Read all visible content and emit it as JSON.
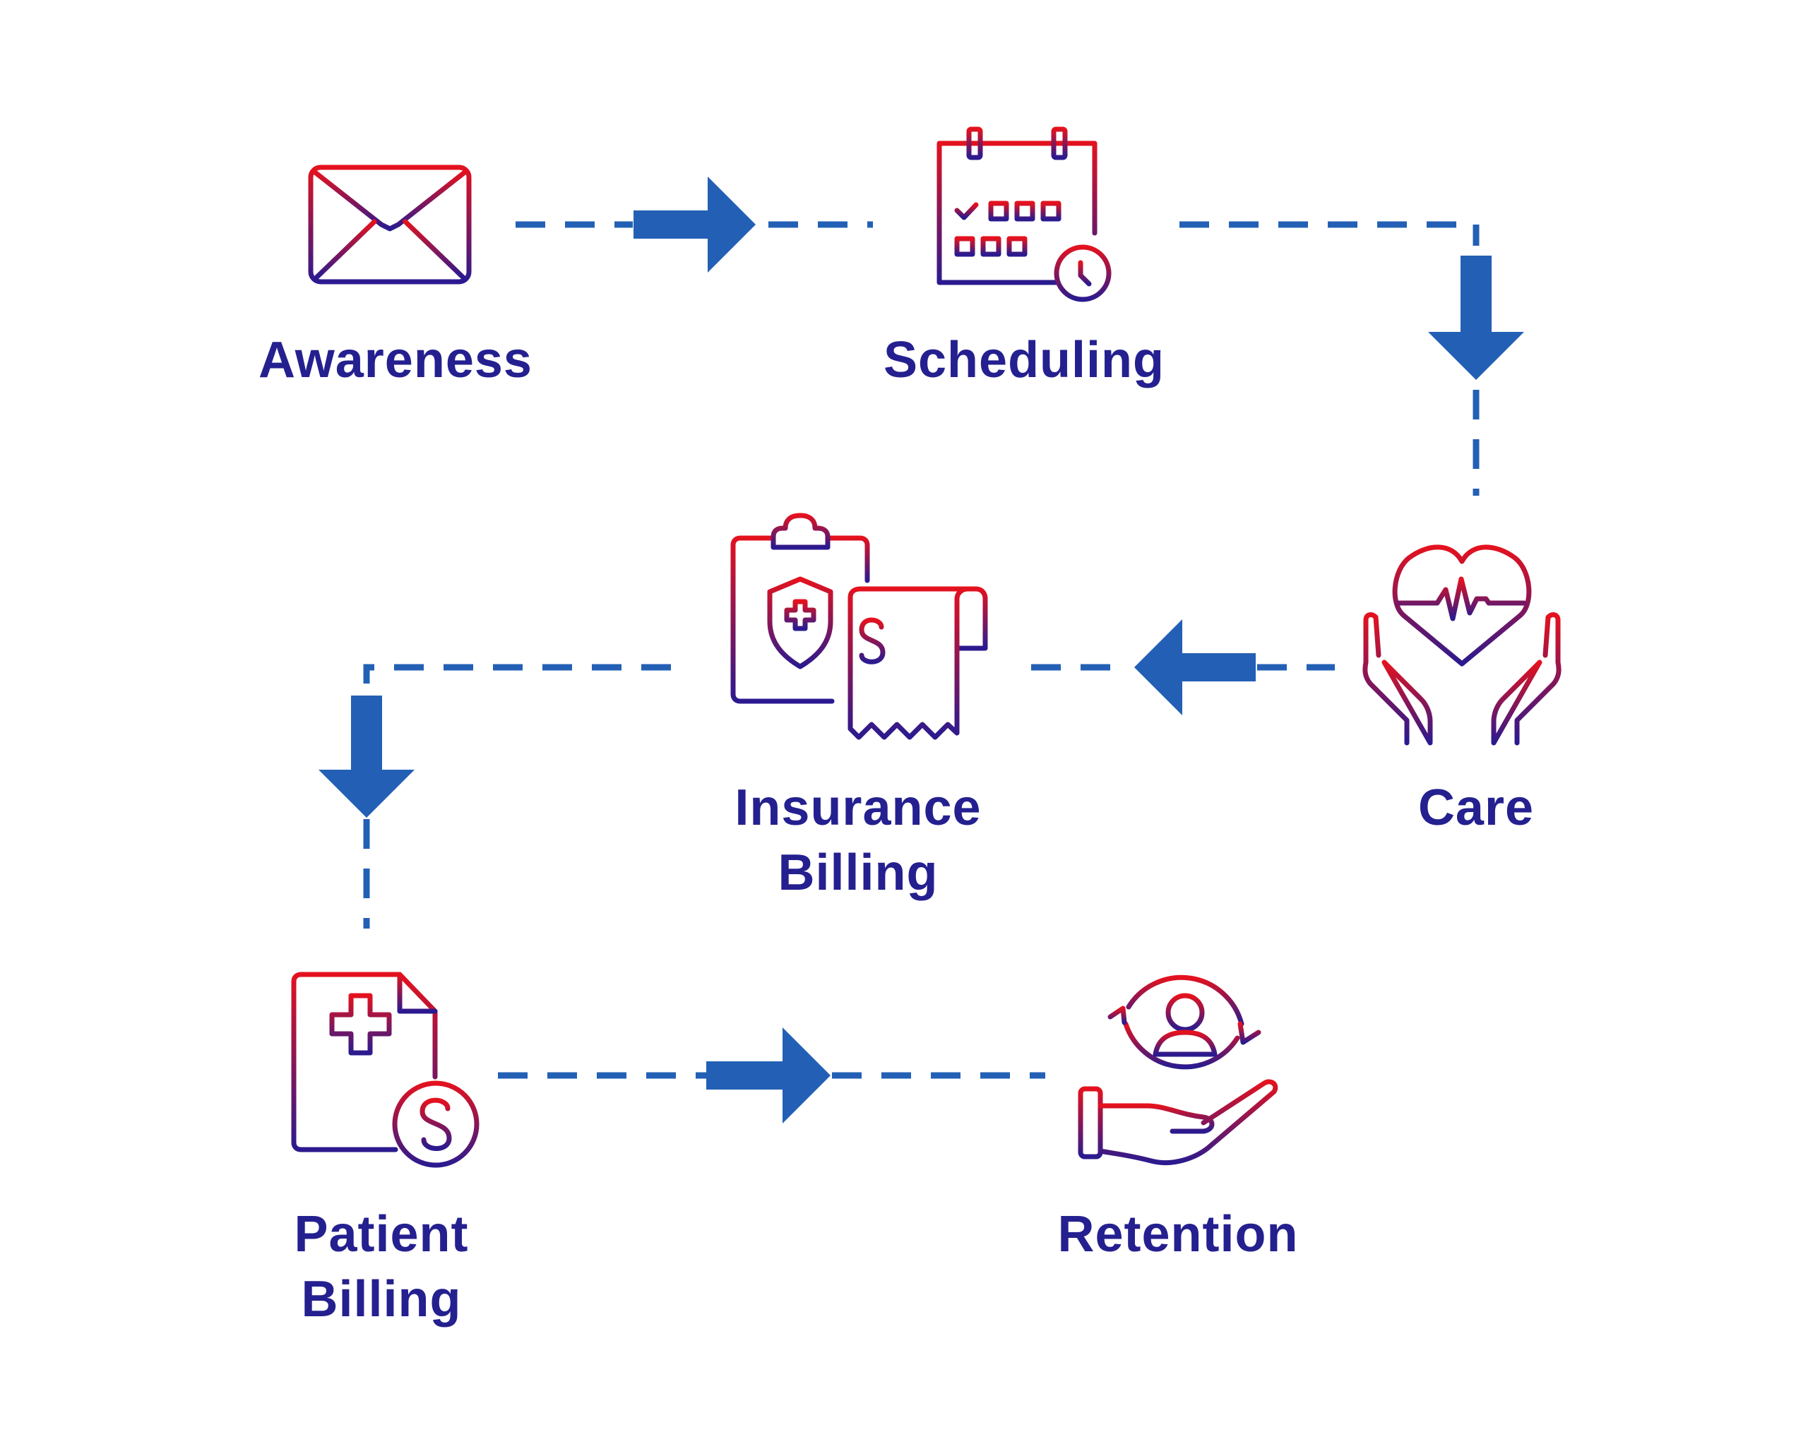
{
  "colors": {
    "connector": "#2360b5",
    "label": "#25208f",
    "icon_gradient_top": "#e4121e",
    "icon_gradient_bottom": "#2b1a8f"
  },
  "steps": [
    {
      "id": "awareness",
      "icon": "envelope-icon",
      "label_lines": [
        "Awareness"
      ]
    },
    {
      "id": "scheduling",
      "icon": "calendar-clock-icon",
      "label_lines": [
        "Scheduling"
      ]
    },
    {
      "id": "care",
      "icon": "heart-hands-icon",
      "label_lines": [
        "Care"
      ]
    },
    {
      "id": "insurance-billing",
      "icon": "insurance-clipboard-receipt-icon",
      "label_lines": [
        "Insurance",
        "Billing"
      ]
    },
    {
      "id": "patient-billing",
      "icon": "medical-invoice-dollar-icon",
      "label_lines": [
        "Patient",
        "Billing"
      ]
    },
    {
      "id": "retention",
      "icon": "hand-person-cycle-icon",
      "label_lines": [
        "Retention"
      ]
    }
  ],
  "flow": [
    {
      "from": "awareness",
      "to": "scheduling",
      "arrow": "right"
    },
    {
      "from": "scheduling",
      "to": "care",
      "arrow": "down"
    },
    {
      "from": "care",
      "to": "insurance-billing",
      "arrow": "left"
    },
    {
      "from": "insurance-billing",
      "to": "patient-billing",
      "arrow": "down"
    },
    {
      "from": "patient-billing",
      "to": "retention",
      "arrow": "right"
    }
  ]
}
